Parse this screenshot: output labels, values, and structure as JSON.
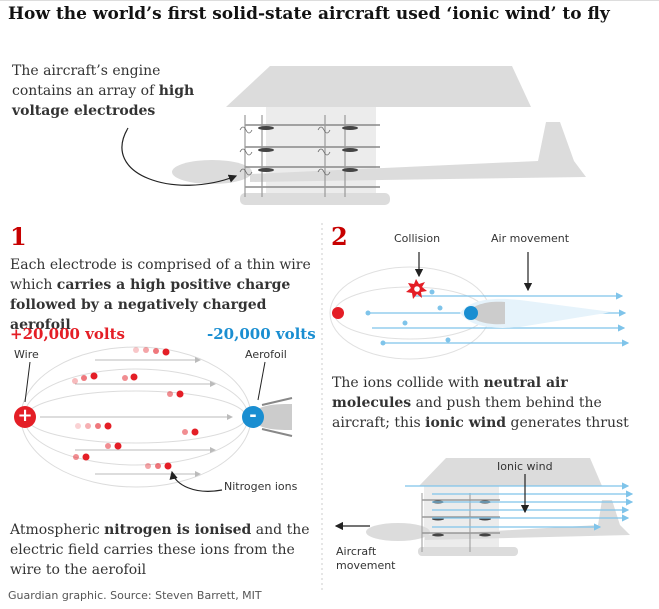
{
  "title": "How the world’s first solid-state aircraft used ‘ionic wind’ to fly",
  "intro": {
    "text_before": "The aircraft’s engine contains an array of ",
    "bold": "high voltage electrodes"
  },
  "step1": {
    "number": "1",
    "text_before": "Each electrode is comprised of a thin wire which ",
    "bold": "carries a high positive charge followed by a negatively charged aerofoil",
    "positive_voltage": "+20,000 volts",
    "negative_voltage": "-20,000 volts",
    "wire_label": "Wire",
    "aerofoil_label": "Aerofoil",
    "ions_label": "Nitrogen ions",
    "plus_symbol": "+",
    "minus_symbol": "-",
    "bottom_text_before": "Atmospheric ",
    "bottom_bold": "nitrogen is ionised",
    "bottom_text_after": " and the electric field carries these ions from the wire to the aerofoil"
  },
  "step2": {
    "number": "2",
    "collision_label": "Collision",
    "air_movement_label": "Air movement",
    "text_1": "The ions collide with ",
    "bold_1": "neutral air molecules",
    "text_2": " and push them behind the aircraft; this ",
    "bold_2": "ionic wind",
    "text_3": " generates thrust",
    "ionic_wind_label": "Ionic wind",
    "aircraft_movement_label": "Aircraft movement"
  },
  "source": "Guardian graphic. Source: Steven Barrett, MIT",
  "colors": {
    "red": "#c70000",
    "positive": "#e41e26",
    "negative": "#1a8ed1",
    "arrow_blue": "#7fc4ea",
    "aircraft_grey": "#dcdcdc",
    "text": "#333333"
  }
}
